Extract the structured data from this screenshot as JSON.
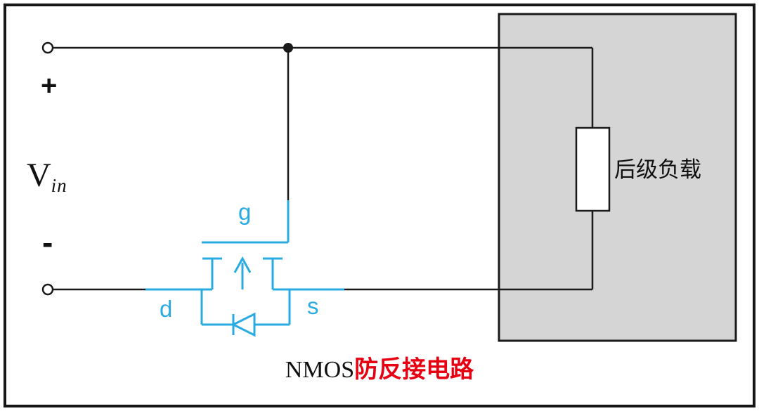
{
  "labels": {
    "plus": "+",
    "minus": "-",
    "vin_main": "V",
    "vin_sub": "in",
    "gate": "g",
    "drain": "d",
    "source": "s",
    "load": "后级负载"
  },
  "caption": {
    "prefix": "NMOS",
    "suffix": "防反接电路"
  },
  "colors": {
    "wire": "#1a1a1a",
    "mosfet-blue": "#29abe2",
    "caption-red": "#e60012",
    "load-fill": "#d5d5d5",
    "load-border": "#1a1a1a"
  }
}
